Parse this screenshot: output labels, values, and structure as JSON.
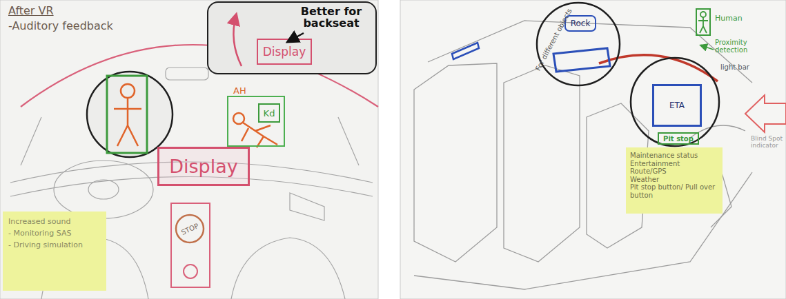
{
  "diagram": {
    "nodes": [
      {
        "text": [
          "Better for backseat"
        ]
      },
      {
        "text": [
          "Display"
        ],
        "in": 0
      },
      {
        "text": [
          "Display"
        ]
      },
      {
        "text": [
          "STOP"
        ]
      },
      {
        "text": [
          "Kd"
        ]
      },
      {
        "text": [
          "Increased sound",
          "- Monitoring SAS",
          "- Driving simulation"
        ]
      },
      {
        "text": [
          "Rock"
        ]
      },
      {
        "text": [
          "ETA"
        ]
      },
      {
        "text": [
          "Pit stop"
        ]
      },
      {
        "text": [
          "Maintenance status",
          "Entertainment",
          "Route/GPS",
          "Weather",
          "Pit stop button/ Pull over button"
        ]
      },
      {
        "text": [
          "Human"
        ]
      }
    ],
    "labels": [
      "After VR",
      "-Auditory feedback",
      "AH",
      "For different objects",
      "Proximity detection",
      "light bar",
      "Blind Spot indicator"
    ]
  }
}
